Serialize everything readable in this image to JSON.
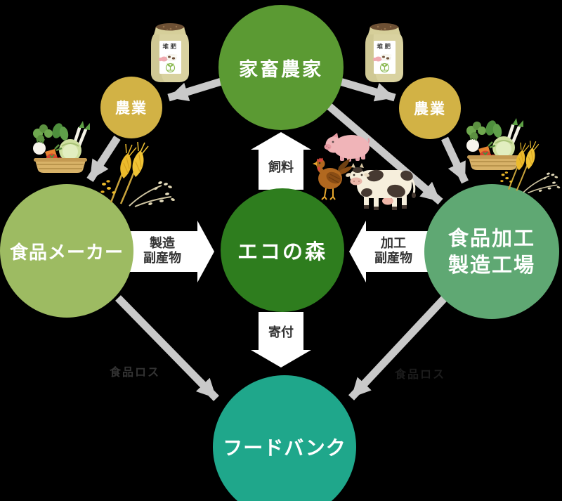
{
  "nodes": {
    "livestock_farm": {
      "label": "家畜農家",
      "color": "#5b9a33"
    },
    "agriculture_left": {
      "label": "農業",
      "color": "#d2b245"
    },
    "agriculture_right": {
      "label": "農業",
      "color": "#d2b245"
    },
    "food_maker": {
      "label": "食品メーカー",
      "color": "#9dbb62"
    },
    "eco_forest": {
      "label": "エコの森",
      "color": "#2e7d1e"
    },
    "factory": {
      "label_line1": "食品加工",
      "label_line2": "製造工場",
      "color": "#5fa873"
    },
    "food_bank": {
      "label": "フードバンク",
      "color": "#1fa78b"
    }
  },
  "flow_labels": {
    "feed": "飼料",
    "donation": "寄付",
    "manufacturing_byproduct": {
      "line1": "製造",
      "line2": "副産物"
    },
    "processing_byproduct": {
      "line1": "加工",
      "line2": "副産物"
    },
    "food_loss_left": "食品ロス",
    "food_loss_right": "食品ロス"
  },
  "icons": {
    "compost_bag_label": "堆肥",
    "compost_bag_left": "compost-bag-icon",
    "compost_bag_right": "compost-bag-icon",
    "vegetable_basket_left": "vegetable-basket-icon",
    "vegetable_basket_right": "vegetable-basket-icon",
    "wheat_left": "wheat-rice-icon",
    "wheat_right": "wheat-rice-icon",
    "pig": "pig-icon",
    "rooster": "rooster-icon",
    "cow": "cow-icon"
  },
  "colors": {
    "background": "#000000",
    "gray_arrow": "#c9c9c9",
    "white_arrow": "#ffffff",
    "arrow_label_text": "#333333",
    "food_loss_left_text": "#333333",
    "food_loss_right_text": "#1c1c1c"
  }
}
